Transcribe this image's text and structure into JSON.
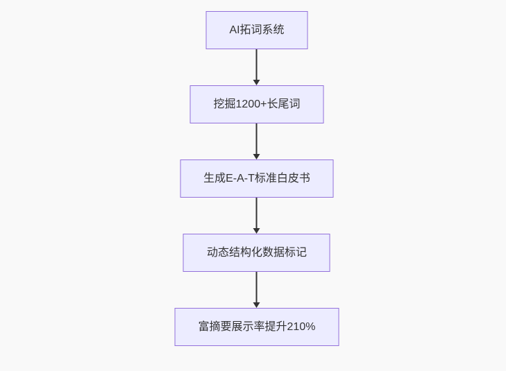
{
  "diagram": {
    "type": "flowchart",
    "direction": "top-down",
    "nodes": [
      {
        "id": "n1",
        "label": "AI拓词系统"
      },
      {
        "id": "n2",
        "label": "挖掘1200+长尾词"
      },
      {
        "id": "n3",
        "label": "生成E-A-T标准白皮书"
      },
      {
        "id": "n4",
        "label": "动态结构化数据标记"
      },
      {
        "id": "n5",
        "label": "富摘要展示率提升210%"
      }
    ],
    "edges": [
      {
        "from": "n1",
        "to": "n2",
        "arrowhead": "triangle-down"
      },
      {
        "from": "n2",
        "to": "n3",
        "arrowhead": "triangle-down"
      },
      {
        "from": "n3",
        "to": "n4",
        "arrowhead": "triangle-down"
      },
      {
        "from": "n4",
        "to": "n5",
        "arrowhead": "triangle-down"
      }
    ],
    "colors": {
      "background": "#f9f9f9",
      "node_fill": "#ECECFF",
      "node_border": "#9370DB",
      "edge": "#333333",
      "text": "#333333"
    }
  }
}
